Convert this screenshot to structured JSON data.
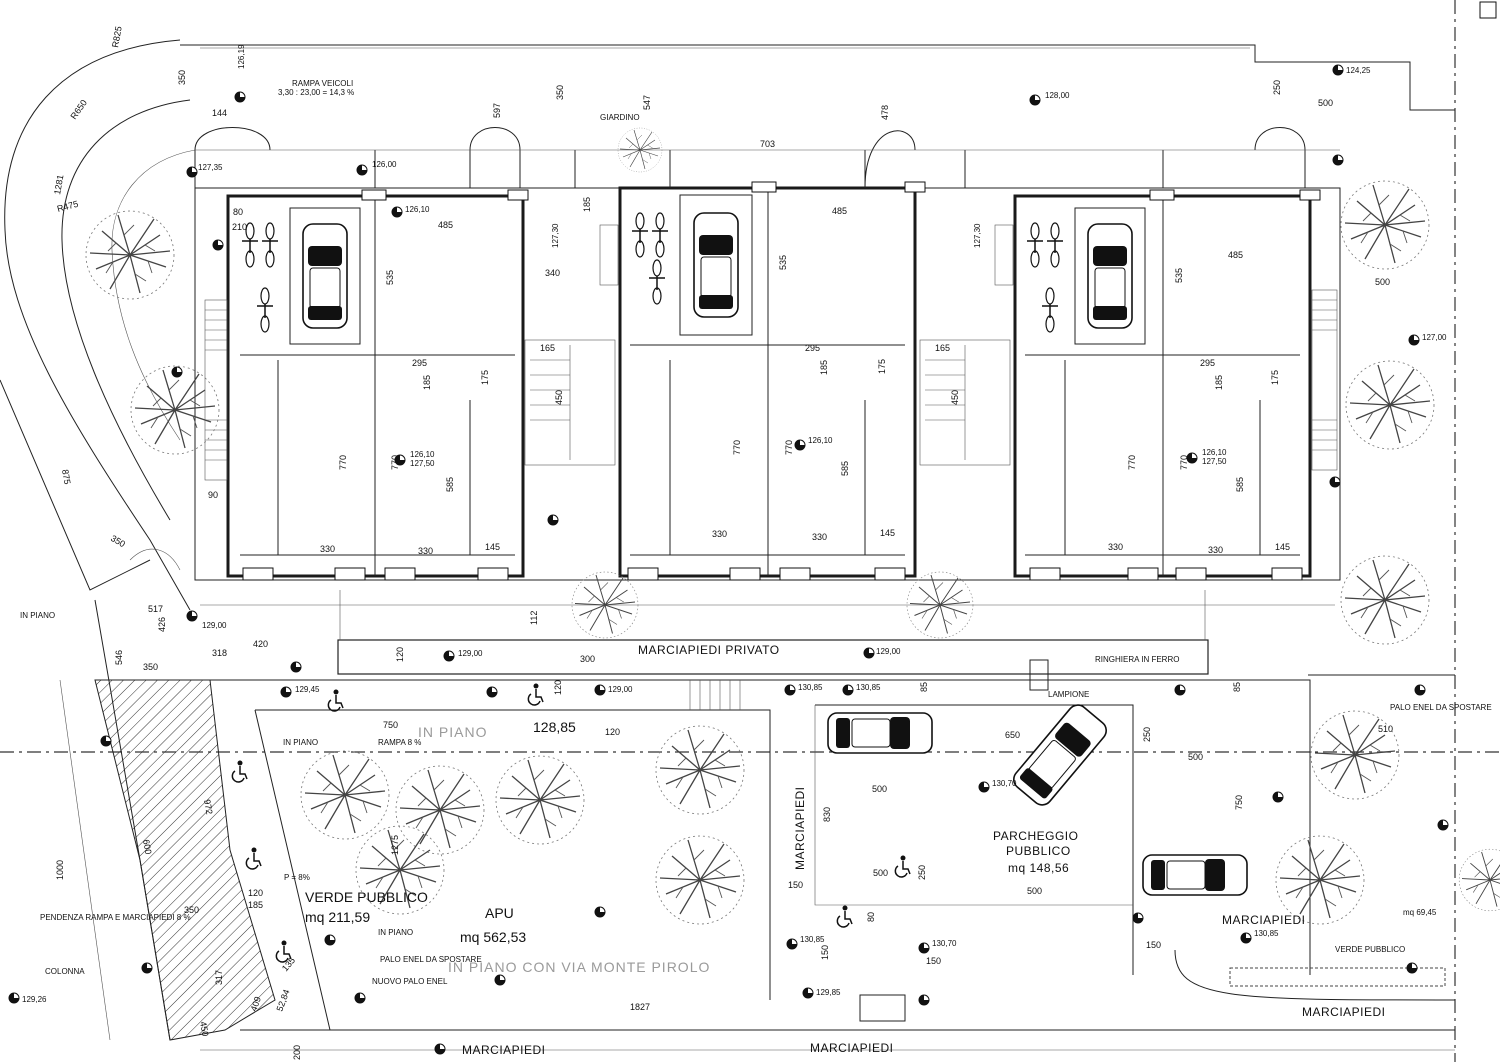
{
  "labels": {
    "rampa_veicoli": "RAMPA VEICOLI",
    "rampa_formula": "3,30 : 23,00 = 14,3 %",
    "giardino": "GIARDINO",
    "marciapiedi_privato": "MARCIAPIEDI PRIVATO",
    "ringhiera": "RINGHIERA IN FERRO",
    "lampione": "LAMPIONE",
    "in_piano": "IN PIANO",
    "rampa_8": "RAMPA 8 %",
    "palo_enel_spostare": "PALO ENEL DA SPOSTARE",
    "nuovo_palo_enel": "NUOVO PALO ENEL",
    "pendenza": "PENDENZA RAMPA E MARCIAPIEDI 8 %",
    "colonna": "COLONNA",
    "p8": "P = 8%",
    "verde_pubblico": "VERDE PUBBLICO",
    "verde_mq": "mq 211,59",
    "apu": "APU",
    "apu_mq": "mq 562,53",
    "in_piano_via": "IN PIANO CON VIA MONTE PIROLO",
    "parcheggio": "PARCHEGGIO",
    "pubblico": "PUBBLICO",
    "parcheggio_mq": "mq 148,56",
    "marciapiedi": "MARCIAPIEDI",
    "verde_pubblico_2": "VERDE PUBBLICO",
    "mq_6945": "mq 69,45",
    "elev_main": "128,85"
  },
  "dimensions": {
    "r825": "R825",
    "r650": "R650",
    "r475": "R475",
    "d1281": "1281",
    "d875": "875",
    "d350a": "350",
    "d144": "144",
    "d597": "597",
    "d350b": "350",
    "d547": "547",
    "d703": "703",
    "d478": "478",
    "d250": "250",
    "d500a": "500",
    "d485": "485",
    "d535": "535",
    "d340": "340",
    "d185": "185",
    "d295": "295",
    "d770": "770",
    "d585": "585",
    "d330": "330",
    "d145": "145",
    "d165": "165",
    "d450": "450",
    "d175": "175",
    "d210": "210",
    "d80": "80",
    "d90": "90",
    "d500b": "500",
    "d350c": "350",
    "d517": "517",
    "d426": "426",
    "d546": "546",
    "d350d": "350",
    "d318": "318",
    "d420": "420",
    "d112": "112",
    "d300": "300",
    "d120": "120",
    "d85": "85",
    "d750": "750",
    "d120b": "120",
    "d650": "650",
    "d510": "510",
    "d500c": "500",
    "d500d": "500",
    "d830": "830",
    "d500e": "500",
    "d250b": "250",
    "d750b": "750",
    "d150": "150",
    "d80b": "80",
    "d500f": "500",
    "d1275": "1275",
    "d972": "972",
    "d600": "600",
    "d1000": "1000",
    "d350e": "350",
    "d185b": "185",
    "d120c": "120",
    "d135": "135",
    "d317": "317",
    "d450b": "450",
    "d409": "409",
    "d5284": "52,84",
    "d1827": "1827",
    "d150b": "150",
    "d150c": "150",
    "d200": "200"
  },
  "elevations": {
    "e1": "126,00",
    "e2": "126,10",
    "e3": "127,35",
    "e4": "127,30",
    "e5": "126,10",
    "e6": "127,50",
    "e7": "126,19",
    "e8": "128,00",
    "e9": "129,00",
    "e10": "129,00",
    "e11": "129,45",
    "e12": "130,85",
    "e13": "130,85",
    "e14": "130,70",
    "e15": "129,00",
    "e16": "129,26",
    "e17": "130,85",
    "e18": "130,70",
    "e19": "130,85",
    "e20": "129,85",
    "e21": "127,00",
    "e22": "124,25",
    "e23": "129,00"
  },
  "colors": {
    "ink": "#111111",
    "paper": "#ffffff",
    "ghost": "#9a9a9a"
  }
}
